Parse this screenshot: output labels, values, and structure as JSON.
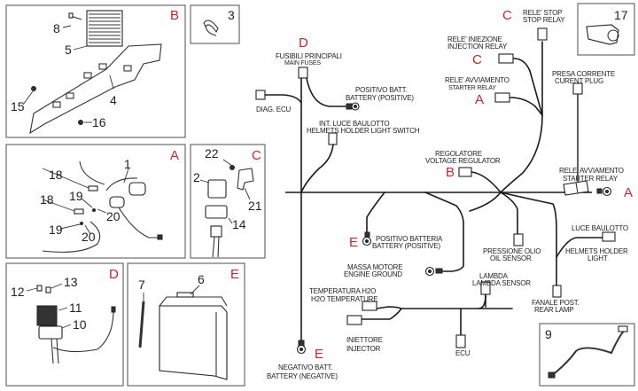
{
  "diagram": {
    "title": "Electrical system wiring diagram",
    "accent_color": "#c0282d",
    "panels": [
      {
        "id": "B",
        "letter": "B",
        "parts": [
          "8",
          "5",
          "4",
          "15",
          "16"
        ]
      },
      {
        "id": "3",
        "number": "3"
      },
      {
        "id": "A",
        "letter": "A",
        "parts": [
          "1",
          "18",
          "19",
          "20",
          "18",
          "19",
          "20"
        ]
      },
      {
        "id": "C",
        "letter": "C",
        "parts": [
          "22",
          "2",
          "21",
          "14"
        ]
      },
      {
        "id": "D",
        "letter": "D",
        "parts": [
          "12",
          "13",
          "11",
          "10"
        ]
      },
      {
        "id": "E",
        "letter": "E",
        "parts": [
          "7",
          "6"
        ]
      },
      {
        "id": "17",
        "number": "17"
      },
      {
        "id": "9",
        "number": "9"
      }
    ],
    "part_numbers": {
      "p1": "1",
      "p2": "2",
      "p3": "3",
      "p4": "4",
      "p5": "5",
      "p6": "6",
      "p7": "7",
      "p8": "8",
      "p9": "9",
      "p10": "10",
      "p11": "11",
      "p12": "12",
      "p13": "13",
      "p14": "14",
      "p15": "15",
      "p16": "16",
      "p17": "17",
      "p18": "18",
      "p19": "19",
      "p20": "20",
      "p21": "21",
      "p22": "22"
    },
    "section_letters": {
      "a": "A",
      "b": "B",
      "c": "C",
      "d": "D",
      "e": "E"
    },
    "connectors": {
      "main_fuses": {
        "letter": "D",
        "it": "FUSIBILI PRINCIPALI",
        "en": "MAIN FUSES"
      },
      "diag_ecu": {
        "en": "DIAG. ECU"
      },
      "battery_positive_top": {
        "it": "POSITIVO BATT.",
        "en": "BATTERY (POSITIVE)"
      },
      "helmet_light_switch": {
        "it": "INT. LUCE BAULOTTO",
        "en": "HELMETS HOLDER LIGHT SWITCH"
      },
      "stop_relay": {
        "letter": "C",
        "it": "RELE' STOP",
        "en": "STOP RELAY"
      },
      "injection_relay": {
        "letter": "C",
        "it": "RELE' INIEZIONE",
        "en": "INJECTION RELAY"
      },
      "starter_relay_top": {
        "letter": "A",
        "it": "RELE' AVVIAMENTO",
        "en": "STARTER RELAY"
      },
      "current_plug": {
        "it": "PRESA CORRENTE",
        "en": "CURENT PLUG"
      },
      "voltage_regulator": {
        "letter": "B",
        "it": "REGOLATORE",
        "en": "VOLTAGE REGULATOR"
      },
      "starter_relay_right": {
        "letter": "A",
        "it": "RELE' AVVIAMENTO",
        "en": "STARTER RELAY"
      },
      "battery_positive_mid": {
        "letter": "E",
        "it": "POSITIVO BATTERIA",
        "en": "BATTERY (POSITIVE)"
      },
      "engine_ground": {
        "it": "MASSA MOTORE",
        "en": "ENGINE GROUND"
      },
      "oil_sensor": {
        "it": "PRESSIONE OLIO",
        "en": "OIL SENSOR"
      },
      "helmet_light": {
        "it": "LUCE BAULOTTO",
        "en": "HELMETS HOLDER",
        "en2": "LIGHT"
      },
      "lambda_sensor": {
        "it": "LAMBDA",
        "en": "LAMBDA SENSOR"
      },
      "h2o_temperature": {
        "it": "TEMPERATURA H2O",
        "en": "H2O TEMPERATURE"
      },
      "rear_lamp": {
        "it": "FANALE POST.",
        "en": "REAR LAMP"
      },
      "injector": {
        "it": "INIETTORE",
        "en": "INJECTOR"
      },
      "ecu": {
        "en": "ECU"
      },
      "battery_negative": {
        "letter": "E",
        "it": "NEGATIVO BATT.",
        "en": "BATTERY (NEGATIVE)"
      }
    }
  }
}
